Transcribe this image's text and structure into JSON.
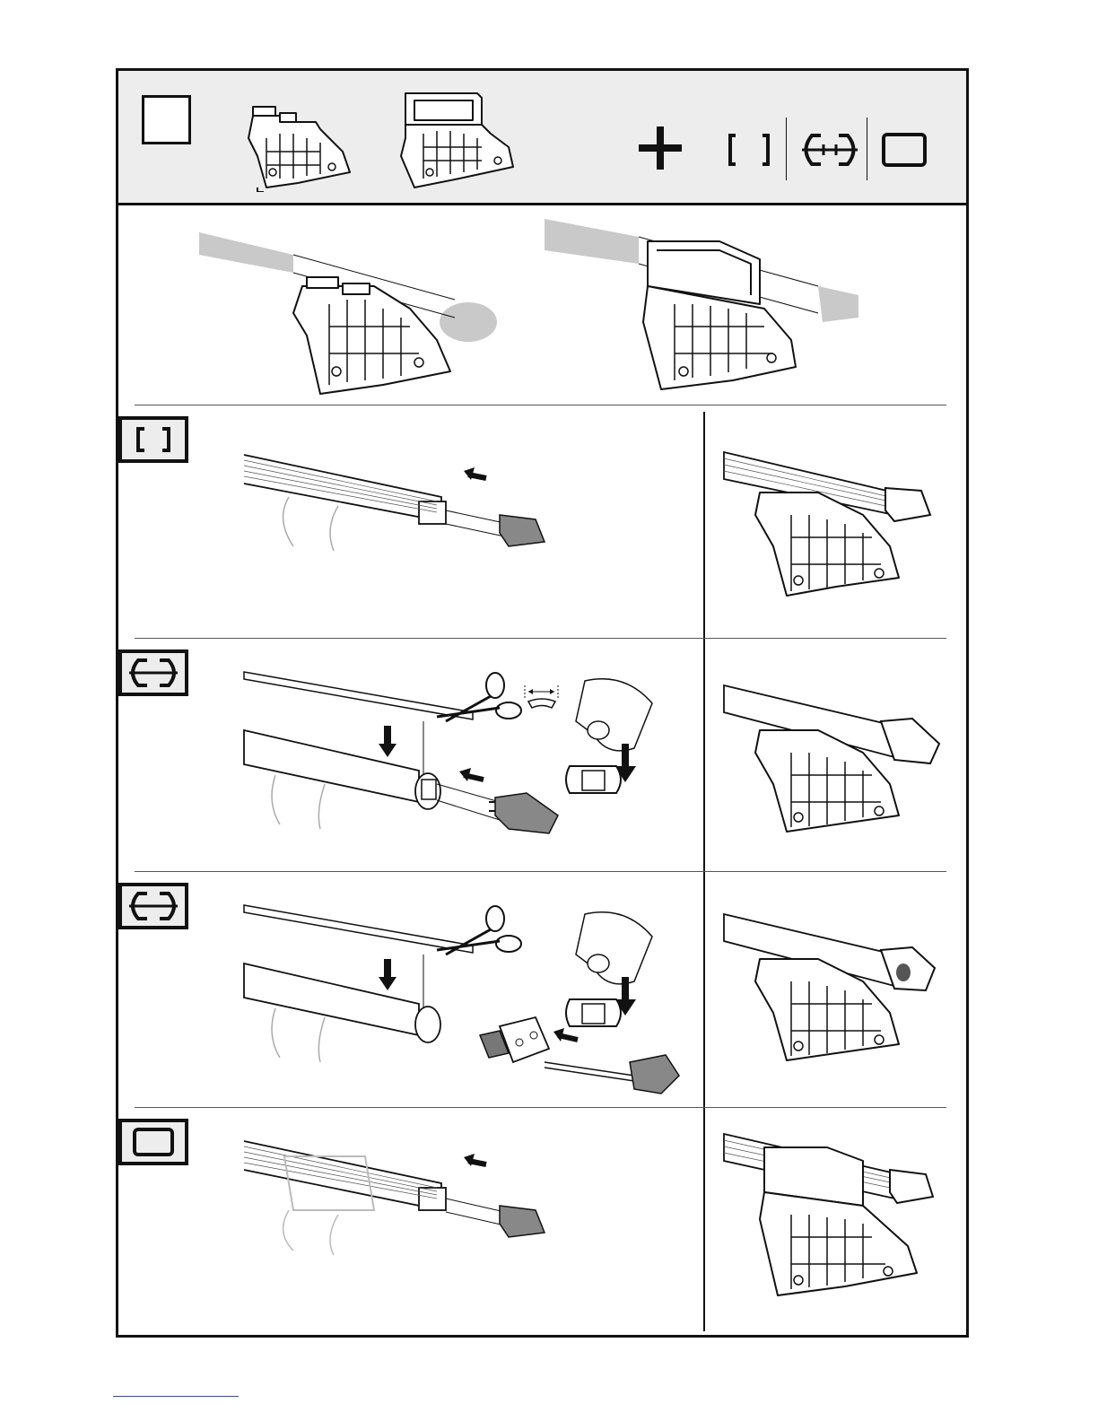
{
  "page": {
    "step_number": "",
    "header_operator": "+",
    "bar_profiles": [
      "square-bar-icon",
      "wingbar-icon",
      "wingbar-icon",
      "wide-square-bar-icon"
    ],
    "rows": [
      {
        "profile": "square-bar-icon",
        "action": "insert-end-cap"
      },
      {
        "profile": "wingbar-icon",
        "action": "cut-rubber-strip-insert-end-cap"
      },
      {
        "profile": "wingbar-icon",
        "action": "cut-rubber-strip-insert-adapter-end-cap"
      },
      {
        "profile": "wide-square-bar-icon",
        "action": "insert-end-cap-with-adapter"
      }
    ],
    "colors": {
      "line": "#111111",
      "header_bg": "#ededed",
      "bar_ghost": "#c9c9c9",
      "cap": "#888888"
    }
  }
}
